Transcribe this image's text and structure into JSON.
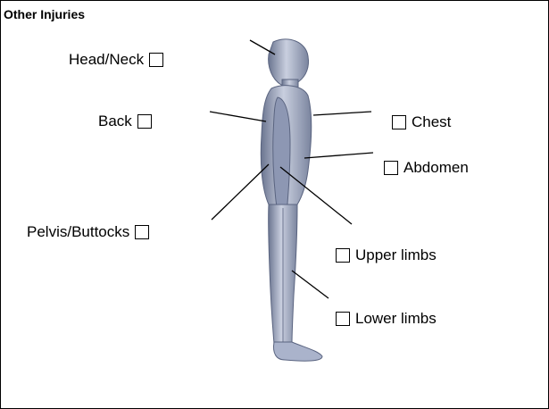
{
  "heading": "Other Injuries",
  "body_parts": {
    "head_neck": {
      "label": "Head/Neck",
      "checked": false
    },
    "back": {
      "label": "Back",
      "checked": false
    },
    "pelvis_buttocks": {
      "label": "Pelvis/Buttocks",
      "checked": false
    },
    "chest": {
      "label": "Chest",
      "checked": false
    },
    "abdomen": {
      "label": "Abdomen",
      "checked": false
    },
    "upper_limbs": {
      "label": "Upper limbs",
      "checked": false
    },
    "lower_limbs": {
      "label": "Lower limbs",
      "checked": false
    }
  },
  "figure": {
    "icon": "human-body-side-view-icon",
    "color": "#9aa6c2"
  }
}
